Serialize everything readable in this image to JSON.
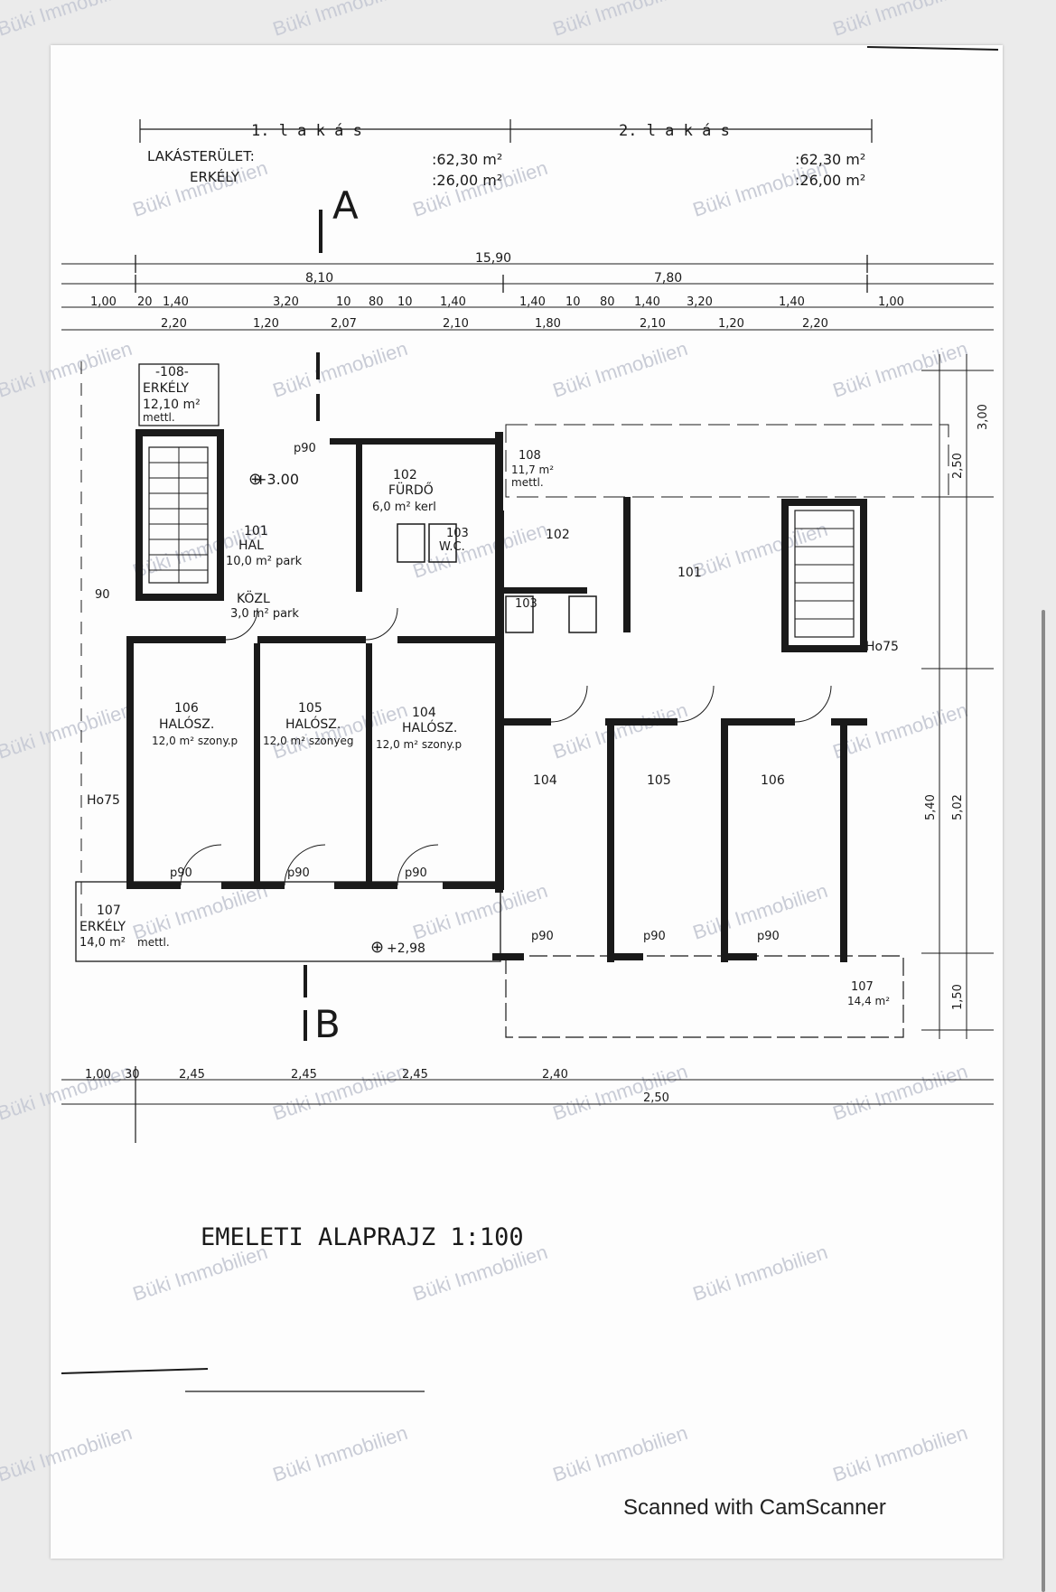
{
  "header": {
    "unit1": "1. l a k á s",
    "unit2": "2. l a k á s",
    "area_label": "LAKÁSTERÜLET:",
    "balcony_label": "ERKÉLY",
    "unit1_area": ":62,30 m²",
    "unit1_balcony": ":26,00 m²",
    "unit2_area": ":62,30 m²",
    "unit2_balcony": ":26,00 m²"
  },
  "sections": {
    "top": "A",
    "bottom": "B"
  },
  "dimensions": {
    "total": "15,90",
    "half_left": "8,10",
    "half_right": "7,80",
    "row_top": [
      "1,00",
      "20",
      "1,40",
      "3,20",
      "10",
      "80",
      "10",
      "1,40",
      "1,40",
      "10",
      "80",
      "1,40",
      "3,20",
      "1,40",
      "1,00"
    ],
    "row_sub": [
      "2,20",
      "1,20",
      "2,07",
      "2,10",
      "1,80",
      "2,10",
      "1,20",
      "2,20"
    ],
    "right_side": [
      "3,00",
      "2,50",
      "5,40",
      "5,02",
      "1,50"
    ],
    "bottom_row": [
      "1,00",
      "30",
      "2,45",
      "2,45",
      "2,45",
      "2,40",
      "2,50"
    ]
  },
  "rooms": {
    "r108": {
      "num": "-108-",
      "name": "ERKÉLY",
      "area": "12,10 m²",
      "floor": "mettl."
    },
    "r101": {
      "num": "101",
      "name": "HAL",
      "area": "10,0 m² park"
    },
    "r102": {
      "num": "102",
      "name": "FÜRDŐ",
      "area": "6,0 m² kerl"
    },
    "r103": {
      "num": "103",
      "name": "W.C."
    },
    "rkozl": {
      "name": "KÖZL",
      "area": "3,0 m² park"
    },
    "r106": {
      "num": "106",
      "name": "HALÓSZ.",
      "area": "12,0 m² szony.p"
    },
    "r105": {
      "num": "105",
      "name": "HALÓSZ.",
      "area": "12,0 m² szonyeg"
    },
    "r104": {
      "num": "104",
      "name": "HALÓSZ.",
      "area": "12,0 m² szony.p"
    },
    "r107": {
      "num": "107",
      "name": "ERKÉLY",
      "area": "14,0 m²",
      "floor": "mettl."
    },
    "mirror108": {
      "num": "108",
      "area": "11,7 m²",
      "floor": "mettl."
    },
    "mirror101": "101",
    "mirror102": "102",
    "mirror103": "103",
    "mirror104": "104",
    "mirror105": "105",
    "mirror106": "106",
    "mirror107": {
      "num": "107",
      "area": "14,4 m²"
    }
  },
  "levels": {
    "l300": "+3.00",
    "l298": "+2,98",
    "ho75_left": "Ho75",
    "ho75_right": "Ho75"
  },
  "doors": {
    "p90": "p90",
    "e90": "90"
  },
  "caption": "EMELETI  ALAPRAJZ  1:100",
  "watermark": "Büki Immobilien",
  "scanner": "Scanned with CamScanner"
}
